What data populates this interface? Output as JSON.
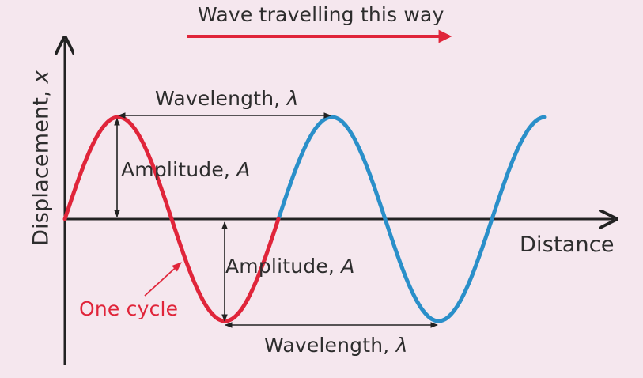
{
  "title": "Wave travelling this way",
  "axes": {
    "x_label": "Distance",
    "y_label_text": "Displacement, ",
    "y_label_symbol": "x"
  },
  "annotations": {
    "wavelength_text": "Wavelength, ",
    "wavelength_symbol": "λ",
    "amplitude_text": "Amplitude, ",
    "amplitude_symbol": "A",
    "one_cycle": "One cycle"
  },
  "colors": {
    "background": "#f5e7ee",
    "first_cycle": "#e0253a",
    "wave": "#2a8fc9",
    "direction_arrow": "#e0253a",
    "axes": "#222222",
    "one_cycle_label": "#e0253a"
  }
}
